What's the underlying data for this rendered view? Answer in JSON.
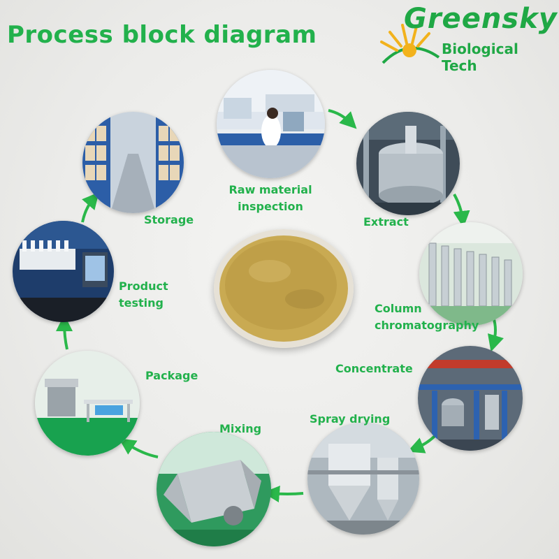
{
  "title": "Process block diagram",
  "logo": {
    "name": "Greensky",
    "subtitle": "Biological Tech"
  },
  "colors": {
    "accent": "#22b14c",
    "arrow": "#2ab84a"
  },
  "steps": {
    "raw_material_inspection": [
      "Raw material",
      "inspection"
    ],
    "extract": "Extract",
    "column_chromatography": [
      "Column",
      "chromatography"
    ],
    "concentrate": "Concentrate",
    "spray_drying": "Spray drying",
    "mixing": "Mixing",
    "package": "Package",
    "product_testing": [
      "Product",
      "testing"
    ],
    "storage": "Storage"
  }
}
